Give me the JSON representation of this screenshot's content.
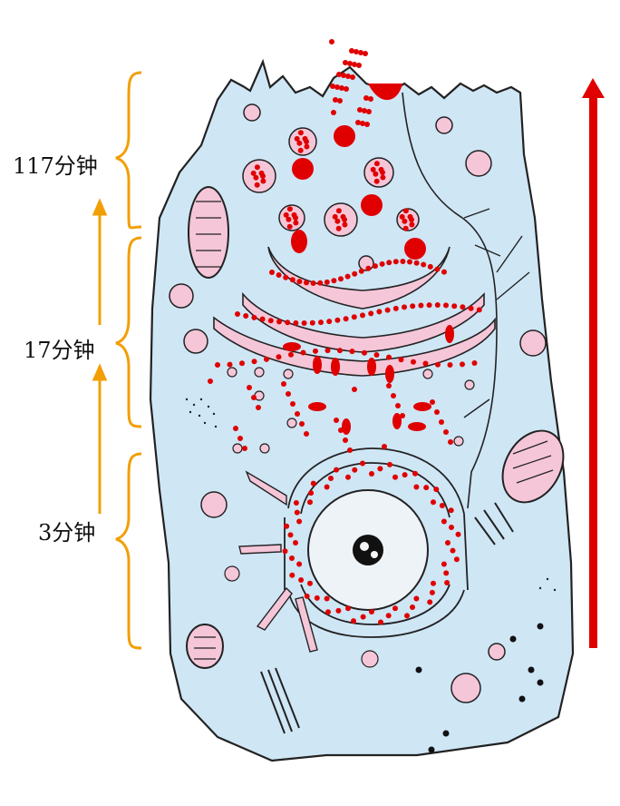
{
  "labels": {
    "stage_3": "3分钟",
    "stage_17": "17分钟",
    "stage_117": "117分钟"
  },
  "colors": {
    "cell_fill": "#cfe6f5",
    "outline": "#222222",
    "organelle_fill": "#f5c6d8",
    "secretion": "#e00000",
    "bracket": "#f29f05",
    "direction_arrow": "#e00000"
  }
}
